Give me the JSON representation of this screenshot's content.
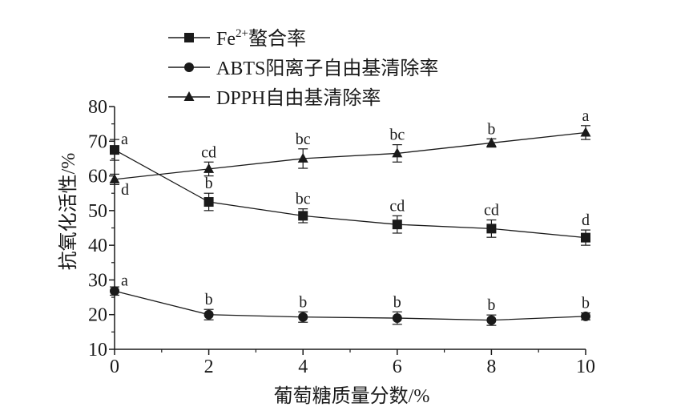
{
  "chart_data": {
    "type": "line",
    "xlabel": "葡萄糖质量分数/%",
    "ylabel": "抗氧化活性/%",
    "x": [
      0,
      2,
      4,
      6,
      8,
      10
    ],
    "xlim": [
      0,
      10
    ],
    "ylim": [
      10,
      80
    ],
    "xticks": [
      "0",
      "2",
      "4",
      "6",
      "8",
      "10"
    ],
    "yticks": [
      "10",
      "20",
      "30",
      "40",
      "50",
      "60",
      "70",
      "80"
    ],
    "grid": false,
    "legend_position": "top-center",
    "series": [
      {
        "name": "Fe²⁺螯合率",
        "legend_main": "Fe",
        "legend_sup": "2+",
        "legend_rest": "螯合率",
        "marker": "square",
        "values": [
          67.5,
          52.5,
          48.5,
          46.0,
          44.8,
          42.2
        ],
        "errors": [
          3.0,
          2.5,
          2.0,
          2.5,
          2.5,
          2.2
        ],
        "labels": [
          "a",
          "b",
          "bc",
          "cd",
          "cd",
          "d"
        ]
      },
      {
        "name": "ABTS阳离子自由基清除率",
        "marker": "circle",
        "values": [
          26.8,
          20.0,
          19.3,
          19.0,
          18.4,
          19.5
        ],
        "errors": [
          1.2,
          1.5,
          1.5,
          1.8,
          1.5,
          1.0
        ],
        "labels": [
          "a",
          "b",
          "b",
          "b",
          "b",
          "b"
        ]
      },
      {
        "name": "DPPH自由基清除率",
        "marker": "triangle",
        "values": [
          59.0,
          62.0,
          65.0,
          66.5,
          69.5,
          72.5
        ],
        "errors": [
          1.5,
          2.0,
          2.8,
          2.5,
          1.2,
          2.0
        ],
        "labels": [
          "d",
          "cd",
          "bc",
          "bc",
          "b",
          "a"
        ]
      }
    ],
    "colors": {
      "line": "#1a1a1a",
      "marker": "#1a1a1a"
    }
  }
}
